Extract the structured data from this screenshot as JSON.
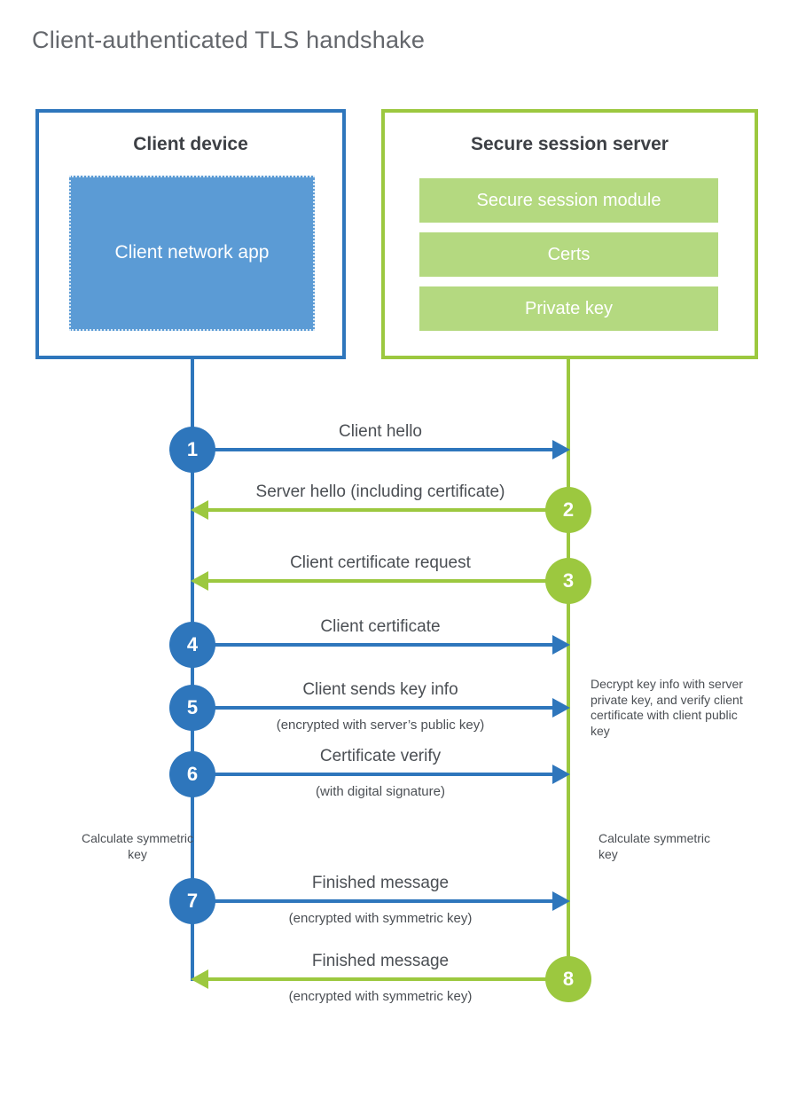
{
  "title": "Client-authenticated TLS handshake",
  "colors": {
    "blue": "#2e76bc",
    "blue_fill": "#5b9bd5",
    "green": "#9cc83f",
    "green_fill": "#b4d980"
  },
  "client_box": {
    "title": "Client device",
    "app_label": "Client network app"
  },
  "server_box": {
    "title": "Secure session server",
    "modules": [
      "Secure session module",
      "Certs",
      "Private key"
    ]
  },
  "messages": [
    {
      "num": "1",
      "label": "Client hello",
      "sub": "",
      "from": "client",
      "direction": "right",
      "color": "blue"
    },
    {
      "num": "2",
      "label": "Server hello (including certificate)",
      "sub": "",
      "from": "server",
      "direction": "left",
      "color": "green"
    },
    {
      "num": "3",
      "label": "Client certificate request",
      "sub": "",
      "from": "server",
      "direction": "left",
      "color": "green"
    },
    {
      "num": "4",
      "label": "Client certificate",
      "sub": "",
      "from": "client",
      "direction": "right",
      "color": "blue"
    },
    {
      "num": "5",
      "label": "Client sends key info",
      "sub": "(encrypted with server’s public key)",
      "from": "client",
      "direction": "right",
      "color": "blue"
    },
    {
      "num": "6",
      "label": "Certificate verify",
      "sub": "(with digital signature)",
      "from": "client",
      "direction": "right",
      "color": "blue"
    },
    {
      "num": "7",
      "label": "Finished message",
      "sub": "(encrypted with symmetric key)",
      "from": "client",
      "direction": "right",
      "color": "blue"
    },
    {
      "num": "8",
      "label": "Finished message",
      "sub": "(encrypted with symmetric key)",
      "from": "server",
      "direction": "left",
      "color": "green"
    }
  ],
  "annotations": {
    "decrypt_note": "Decrypt key info with server private key, and verify client certificate with client public key",
    "calc_left": "Calculate symmetric key",
    "calc_right": "Calculate symmetric key"
  }
}
